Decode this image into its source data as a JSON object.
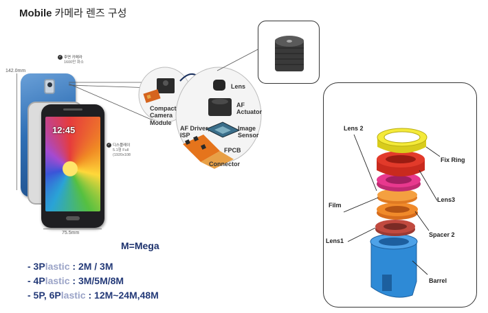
{
  "title": {
    "main": "Mobile",
    "ko": "카메라 렌즈 구성"
  },
  "phone": {
    "height_label": "142.0mm",
    "width_label": "75.5mm",
    "clock": "12:45",
    "rear_camera": {
      "line1": "후면 카메라",
      "line2": "1600만 화소"
    },
    "display": {
      "line1": "디스플레이",
      "line2": "5.1형 Full",
      "line3": "(1920x108"
    }
  },
  "module_labels": {
    "compact": [
      "Compact",
      "Camera",
      "Module"
    ],
    "lens": "Lens",
    "af_actuator": [
      "AF",
      "Actuator"
    ],
    "image_sensor": [
      "Image",
      "Sensor"
    ],
    "af_driver": [
      "AF Driver,",
      "ISP"
    ],
    "fpcb": "FPCB",
    "connector": "Connector"
  },
  "exploded": {
    "lens2": "Lens 2",
    "fix_ring": "Fix Ring",
    "lens3": "Lens3",
    "film": "Film",
    "spacer2": "Spacer 2",
    "lens1": "Lens1",
    "barrel": "Barrel"
  },
  "legend": {
    "mega": "M=Mega",
    "specs": [
      {
        "prefix": "- 3P",
        "faint": "lastic",
        "rest": " : 2M / 3M"
      },
      {
        "prefix": "- 4P",
        "faint": "lastic",
        "rest": " : 3M/5M/8M"
      },
      {
        "prefix": "- 5P, 6P",
        "faint": "lastic",
        "rest": " : 12M~24M,48M"
      }
    ]
  },
  "colors": {
    "ring_yellow": "#f4ea3a",
    "ring_red": "#e23a2a",
    "ring_pink": "#e8388e",
    "ring_orange": "#f08a2a",
    "ring_brown": "#b7443a",
    "barrel_blue": "#2e8ad6",
    "spec_text": "#243a78"
  }
}
